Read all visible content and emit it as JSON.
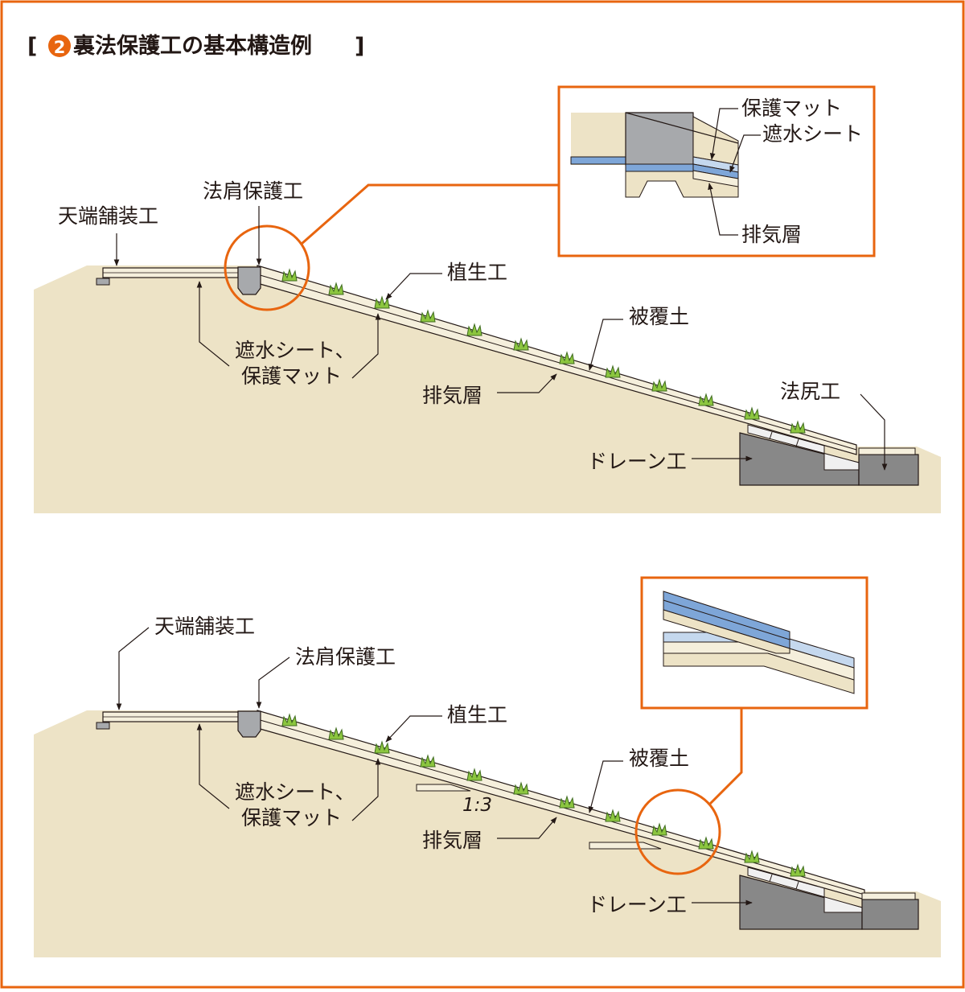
{
  "title": {
    "number": "2",
    "text": "裏法保護工の基本構造例"
  },
  "diagram1": {
    "labels": {
      "crest_paving": "天端舗装工",
      "shoulder_protection": "法肩保護工",
      "vegetation": "植生工",
      "cover_soil": "被覆土",
      "sheet_mat_line1": "遮水シート、",
      "sheet_mat_line2": "保護マット",
      "vent_layer": "排気層",
      "toe_work": "法尻工",
      "drain_work": "ドレーン工"
    },
    "inset_labels": {
      "protection_mat": "保護マット",
      "waterproof_sheet": "遮水シート",
      "vent_layer": "排気層"
    }
  },
  "diagram2": {
    "labels": {
      "crest_paving": "天端舗装工",
      "shoulder_protection": "法肩保護工",
      "vegetation": "植生工",
      "cover_soil": "被覆土",
      "sheet_mat_line1": "遮水シート、",
      "sheet_mat_line2": "保護マット",
      "slope_ratio": "1:3",
      "vent_layer": "排気層",
      "drain_work": "ドレーン工"
    }
  },
  "colors": {
    "frame_orange": "#e8650f",
    "soil": "#ede3c6",
    "layer_light": "#f5efdc",
    "waterproof_sheet_blue": "#7ea6d8",
    "protection_mat_blue": "#c5d8ee",
    "concrete_grey": "#888888",
    "shoulder_grey": "#a7a9ac",
    "vegetation_green": "#8cc63f",
    "line": "#231815"
  },
  "icons": [
    "vegetation-tuft-icon",
    "arrow-head-icon",
    "number-circle-icon"
  ]
}
